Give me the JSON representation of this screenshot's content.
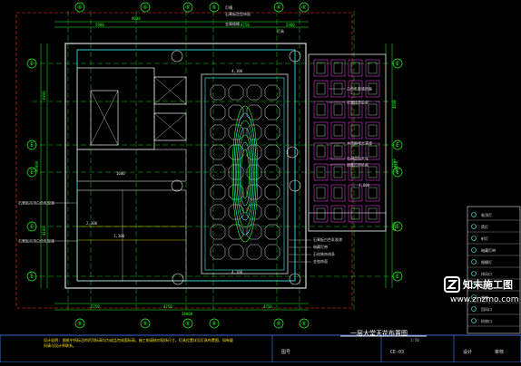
{
  "drawing": {
    "title": "一层大堂天花布置图",
    "scale": "1:50",
    "grid_bubbles": {
      "top": [
        "⑥",
        "⑥",
        "⑥",
        "⑥",
        "⑥",
        "⑥"
      ],
      "bottom": [
        "⑥",
        "⑥",
        "⑥",
        "⑥",
        "⑥",
        "⑥"
      ],
      "left": [
        "E",
        "E",
        "E",
        "E",
        "E"
      ],
      "right": [
        "E",
        "E",
        "E",
        "E",
        "E"
      ]
    },
    "dims": {
      "top_span": "9000",
      "top_sub": [
        "5900",
        "4750",
        "5900"
      ],
      "bottom_span": "18000",
      "bottom_sub": [
        "2750",
        "4750",
        "4750"
      ],
      "left_span": "16000",
      "left_sub": [
        "6800",
        "4100"
      ],
      "right_span": "16000",
      "right_sub": [
        "4800",
        "3700",
        "4100"
      ],
      "misc": [
        "1600",
        "2,300",
        "1,300",
        "4,100",
        "4,100",
        "4,000"
      ]
    },
    "callouts_right": [
      "白色乳胶漆饰面",
      "石膏线条造型",
      "木饰面哑光清漆",
      "石材造型天花",
      "暗藏灯带饰面"
    ],
    "callouts_left": [
      "石膏板吊顶白色乳胶漆",
      "石膏板吊顶白色乳胶漆"
    ],
    "callouts_top": [
      "灯槽",
      "石膏板造型饰面",
      "金属格栅",
      "灯具"
    ],
    "callouts_mid": [
      "石膏板白色乳胶漆",
      "暗藏灯带",
      "石材装饰线条",
      "金箔饰面"
    ],
    "notes_label": "设计说明",
    "notes": "图纸中所标注的吊顶标高均为成品完成面标高，施工前请核对现场尺寸，灯具位置详见灯具布置图，如有疑问请与设计师联系。",
    "title_block": [
      "图号",
      "CE-03",
      "设计",
      "审核"
    ],
    "legend_rows": [
      "吸顶灯",
      "筒灯",
      "射灯",
      "暗藏灯带",
      "格栅灯",
      "排风口",
      "喷淋",
      "烟感",
      "回风口",
      "检修口"
    ],
    "watermark": {
      "text": "知末施工图",
      "url": "www.znzmo.com"
    }
  }
}
